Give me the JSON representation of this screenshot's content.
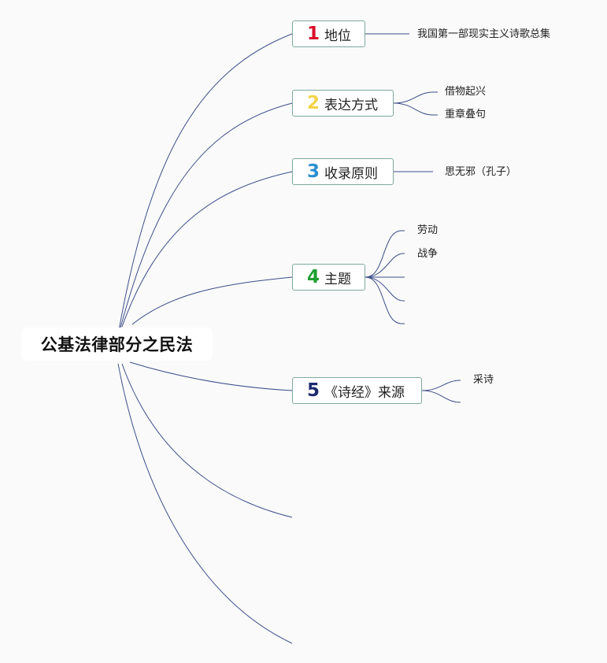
{
  "central": "公基法律部分之民法",
  "colors": {
    "connector": "#3d4f8a",
    "node_border": "#7fa8a0"
  },
  "branches": [
    {
      "num": "1",
      "num_color": "#d6102b",
      "label": "地位",
      "children": [
        "我国第一部现实主义诗歌总集"
      ]
    },
    {
      "num": "2",
      "num_color": "#f2d44a",
      "label": "表达方式",
      "children": [
        "借物起兴",
        "重章叠句"
      ]
    },
    {
      "num": "3",
      "num_color": "#2a8fd0",
      "label": "收录原则",
      "children": [
        "思无邪（孔子）"
      ]
    },
    {
      "num": "4",
      "num_color": "#1e9e32",
      "label": "主题",
      "children": [
        "劳动",
        "战争",
        "",
        "",
        ""
      ]
    },
    {
      "num": "5",
      "num_color": "#1d2a6e",
      "label": "《诗经》来源",
      "children": [
        "采诗",
        ""
      ]
    }
  ]
}
